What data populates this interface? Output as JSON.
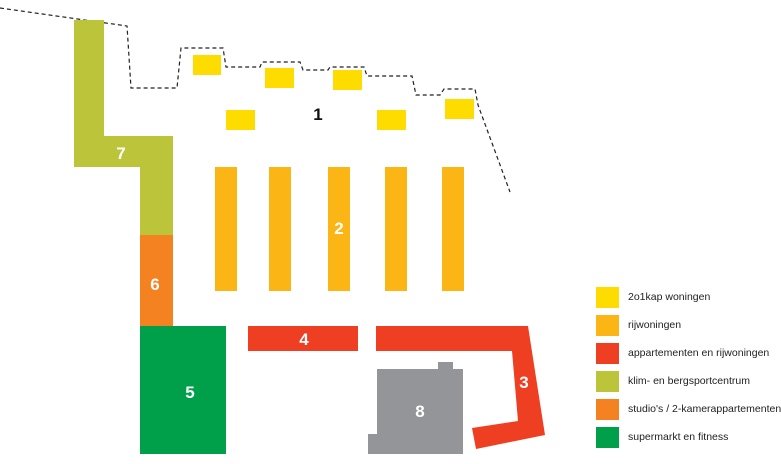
{
  "colors": {
    "yellow": "#ffdc00",
    "orange_light": "#fbb615",
    "red": "#ee3f23",
    "lime": "#bcc43a",
    "orange": "#f58220",
    "green": "#00a04b",
    "gray": "#939598"
  },
  "zones": {
    "z1": "1",
    "z2": "2",
    "z3": "3",
    "z4": "4",
    "z5": "5",
    "z6": "6",
    "z7": "7",
    "z8": "8"
  },
  "legend": [
    {
      "label": "2o1kap woningen",
      "color": "#ffdc00"
    },
    {
      "label": "rijwoningen",
      "color": "#fbb615"
    },
    {
      "label": "appartementen en rijwoningen",
      "color": "#ee3f23"
    },
    {
      "label": "klim- en bergsportcentrum",
      "color": "#bcc43a"
    },
    {
      "label": "studio's / 2-kamerappartementen",
      "color": "#f58220"
    },
    {
      "label": "supermarkt en fitness",
      "color": "#00a04b"
    }
  ]
}
